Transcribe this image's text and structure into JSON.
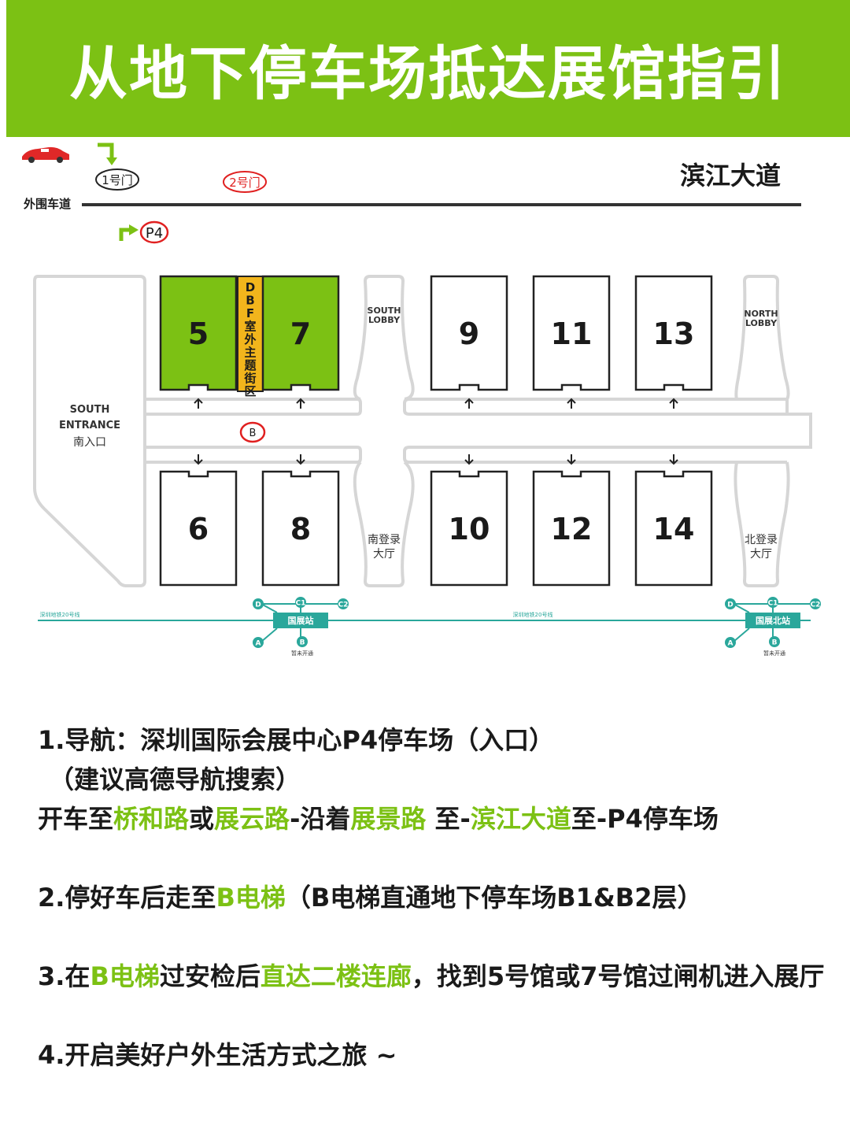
{
  "title": "从地下停车场抵达展馆指引",
  "map": {
    "gate1": "1号门",
    "gate2": "2号门",
    "road_main": "滨江大道",
    "road_outer": "外围车道",
    "parking": "P4",
    "elevator": "B",
    "theme_street": "DBF室外主题街区",
    "south_entrance_en": [
      "SOUTH",
      "ENTRANCE"
    ],
    "south_entrance_cn": "南入口",
    "south_lobby_en": [
      "SOUTH",
      "LOBBY"
    ],
    "south_lobby_cn": [
      "南登录",
      "大厅"
    ],
    "north_lobby_en": [
      "NORTH",
      "LOBBY"
    ],
    "north_lobby_cn": [
      "北登录",
      "大厅"
    ],
    "halls_top": [
      "5",
      "7",
      "9",
      "11",
      "13"
    ],
    "halls_bottom": [
      "6",
      "8",
      "10",
      "12",
      "14"
    ],
    "metro_line": "深圳地铁20号线",
    "station1": "国展站",
    "station2": "国展北站",
    "exits": [
      "D",
      "C1",
      "C2",
      "A",
      "B"
    ],
    "not_open": "暂未开通",
    "colors": {
      "accent": "#7cc114",
      "theme_street": "#f2b51c",
      "metro": "#2aa79b",
      "marker": "#e02020"
    }
  },
  "steps": {
    "s1": {
      "a": "1.导航：深圳国际会展中心P4停车场（入口）",
      "b": "（建议高德导航搜索）",
      "c1": "开车至",
      "c2": "桥和路",
      "c3": "或",
      "c4": "展云路",
      "c5": "-沿着",
      "c6": "展景路",
      "c7": " 至-",
      "c8": "滨江大道",
      "c9": "至-P4停车场"
    },
    "s2": {
      "a": "2.停好车后走至",
      "b": "B电梯",
      "c": "（B电梯直通地下停车场B1&B2层）"
    },
    "s3": {
      "a": "3.在",
      "b": "B电梯",
      "c": "过安检后",
      "d": "直达二楼连廊",
      "e": "，找到5号馆或7号馆过闸机进入展厅"
    },
    "s4": {
      "a": "4.开启美好户外生活方式之旅 ~"
    }
  }
}
